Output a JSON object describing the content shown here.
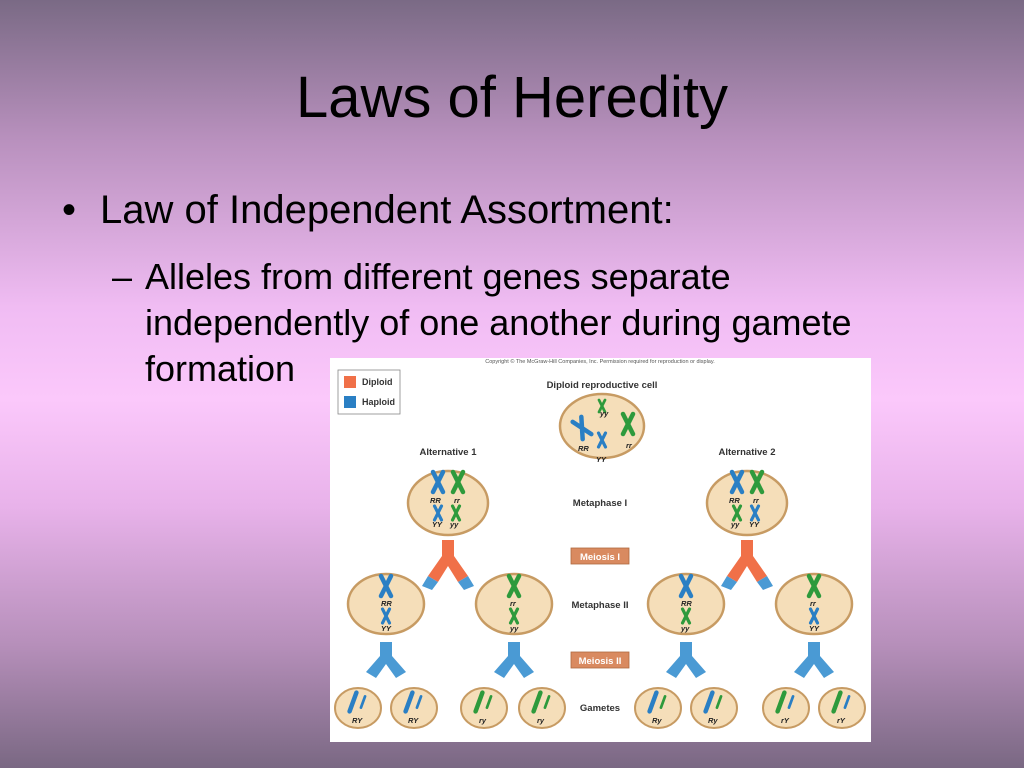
{
  "slide": {
    "title": "Laws of Heredity",
    "bullet_marker": "•",
    "bullet": "Law of Independent Assortment:",
    "sub_marker": "–",
    "sub_text": "Alleles from different genes separate independently of one another during gamete formation"
  },
  "figure": {
    "copyright": "Copyright © The McGraw-Hill Companies, Inc. Permission required for reproduction or display.",
    "legend": {
      "diploid_label": "Diploid",
      "haploid_label": "Haploid",
      "diploid_color": "#f07048",
      "haploid_color": "#2a7fc4"
    },
    "top_label": "Diploid reproductive cell",
    "alt1_label": "Alternative 1",
    "alt2_label": "Alternative 2",
    "metaphase1_label": "Metaphase I",
    "meiosis1_label": "Meiosis I",
    "metaphase2_label": "Metaphase II",
    "meiosis2_label": "Meiosis II",
    "gametes_label": "Gametes",
    "top_cell": {
      "rr_label": "RR",
      "yy_label": "yy",
      "rr2_label": "rr",
      "yy2_label": "YY"
    },
    "alt1_cell": {
      "l1": "RR",
      "l2": "rr",
      "l3": "YY",
      "l4": "yy"
    },
    "alt2_cell": {
      "l1": "RR",
      "l2": "rr",
      "l3": "yy",
      "l4": "YY"
    },
    "m2_cells": [
      {
        "top": "RR",
        "bottom": "YY"
      },
      {
        "top": "rr",
        "bottom": "yy"
      },
      {
        "top": "RR",
        "bottom": "yy"
      },
      {
        "top": "rr",
        "bottom": "YY"
      }
    ],
    "gametes": [
      "RY",
      "RY",
      "ry",
      "ry",
      "Ry",
      "Ry",
      "rY",
      "rY"
    ],
    "colors": {
      "cell_fill": "#f5deb9",
      "cell_stroke": "#c79b63",
      "blue": "#2a7fc4",
      "green": "#2e9a3c",
      "arrow_blue": "#4a9ad4",
      "arrow_orange": "#f07048",
      "meiosis_box": "#d98a60"
    }
  }
}
